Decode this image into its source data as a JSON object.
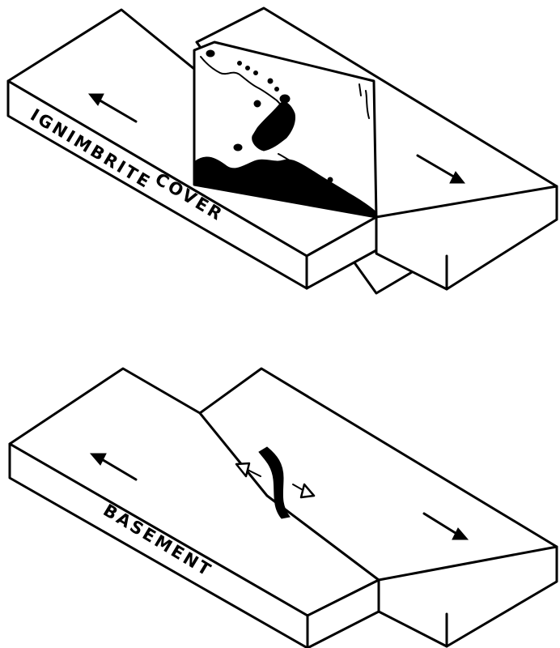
{
  "top_block": {
    "label_part1": "IGNIMBRITE",
    "label_part2": "COVER"
  },
  "bottom_block": {
    "label": "BASEMENT"
  }
}
